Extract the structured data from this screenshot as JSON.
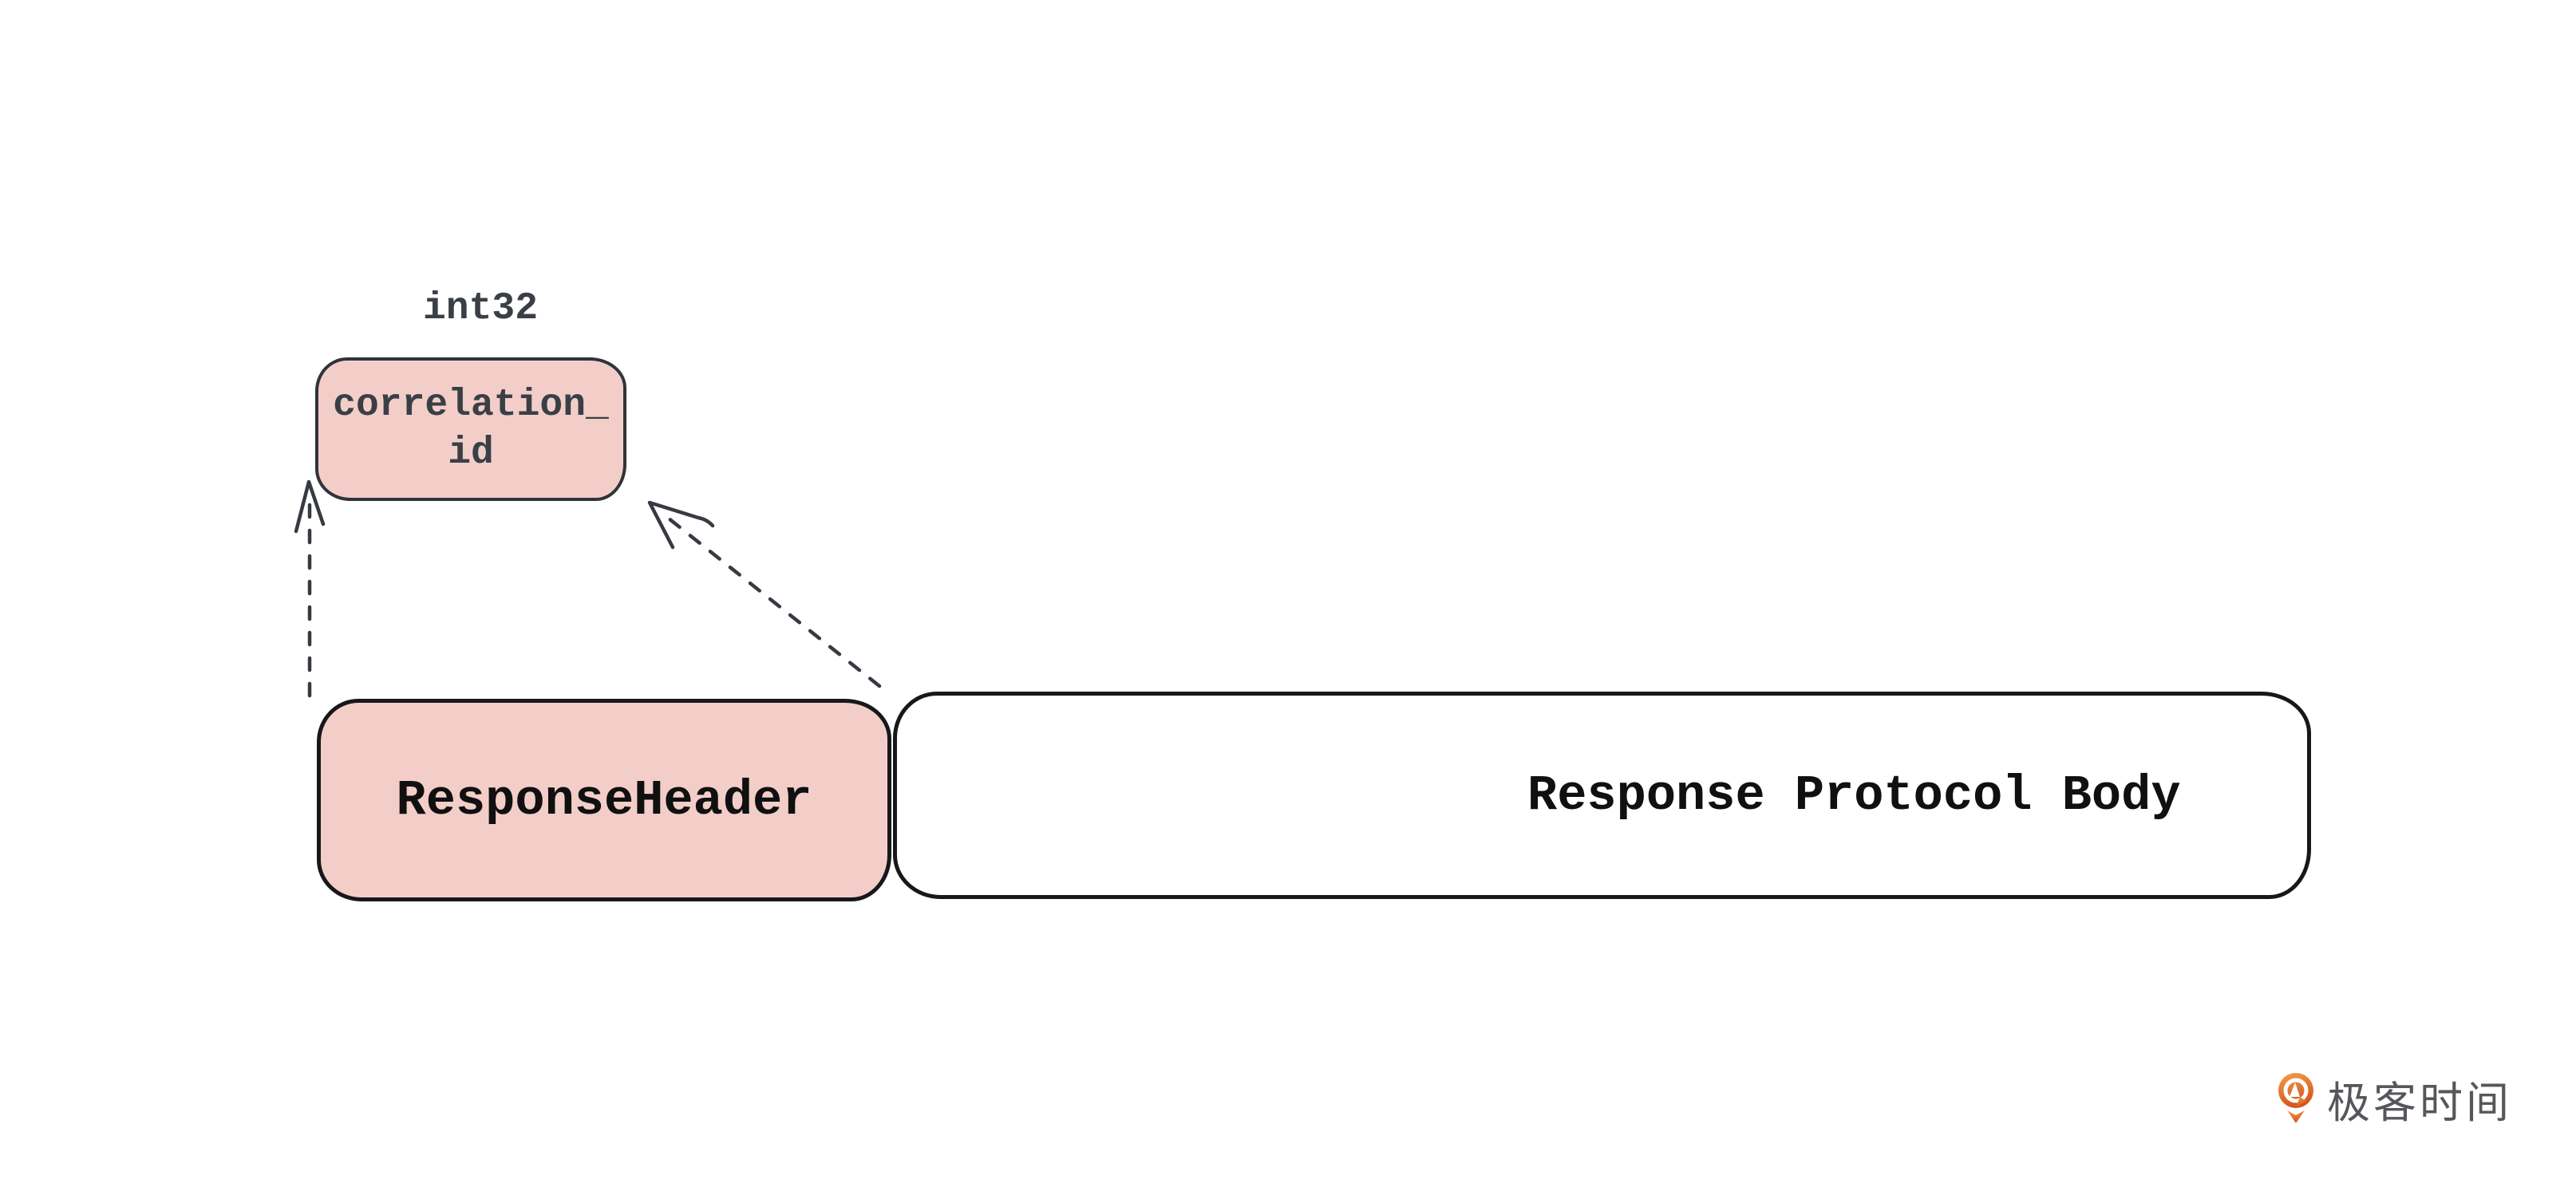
{
  "canvas": {
    "background": "#ffffff"
  },
  "diagram": {
    "type_label": {
      "text": "int32"
    },
    "field_box": {
      "name": "correlation_id",
      "lines": [
        "correlation_",
        "id"
      ]
    },
    "header_box": {
      "label": "ResponseHeader"
    },
    "body_box": {
      "label": "Response Protocol Body"
    },
    "relations": [
      {
        "from": "ResponseHeader",
        "to": "correlation_id",
        "style": "dashed-arrow"
      },
      {
        "from": "Response Protocol Body",
        "to": "correlation_id",
        "style": "dashed-arrow"
      }
    ]
  },
  "branding": {
    "logo_text": "极客时间"
  },
  "css_vars": {
    "pink": "#f3cec9",
    "stroke": "#17181a",
    "stroke-soft": "#2f343b",
    "ink": "#101010",
    "ink-soft": "#3a3f46",
    "arrow": "#363b42",
    "logo-ink": "#56575b",
    "icon-top": "#f2a04a",
    "icon-bottom": "#d4551f"
  }
}
